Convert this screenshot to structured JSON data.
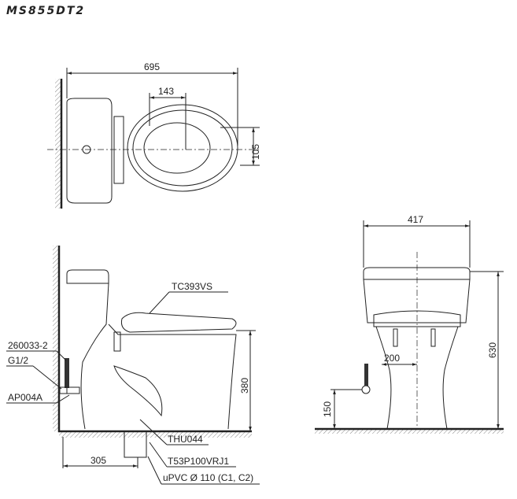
{
  "title": "MS855DT2",
  "dimensions": {
    "top_length": "695",
    "top_seat": "143",
    "top_offset": "105",
    "side_height": "380",
    "side_rough_in": "305",
    "front_width": "417",
    "front_height": "630",
    "front_offset": "200",
    "front_supply_height": "150"
  },
  "parts": {
    "seat": "TC393VS",
    "hose": "260033-2",
    "thread": "G1/2",
    "valve": "AP004A",
    "flange": "THU044",
    "adapter": "T53P100VRJ1",
    "pipe": "uPVC Ø 110 (C1, C2)"
  }
}
